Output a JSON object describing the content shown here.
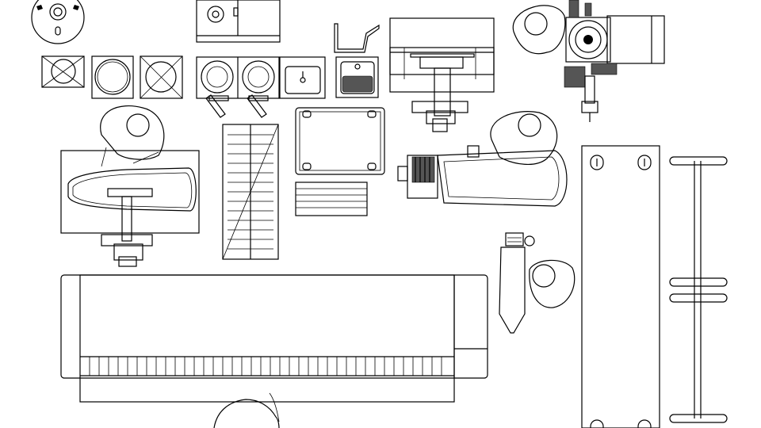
{
  "drawing": {
    "style": "black line-art on white",
    "line_color": "#000000",
    "background": "#ffffff",
    "title": ""
  },
  "elements": [
    {
      "kind": "wall-clock-fixture"
    },
    {
      "kind": "cabinet-with-drum"
    },
    {
      "kind": "hanging-hook-rail"
    },
    {
      "kind": "garment-conveyor-unit"
    },
    {
      "kind": "ironing-board"
    },
    {
      "kind": "press-station"
    },
    {
      "kind": "extraction-press"
    },
    {
      "kind": "trolley-cart"
    },
    {
      "kind": "long-work-table"
    },
    {
      "kind": "utility-sink"
    },
    {
      "kind": "storage-rack"
    },
    {
      "kind": "wash-tubs"
    },
    {
      "kind": "operators"
    }
  ]
}
